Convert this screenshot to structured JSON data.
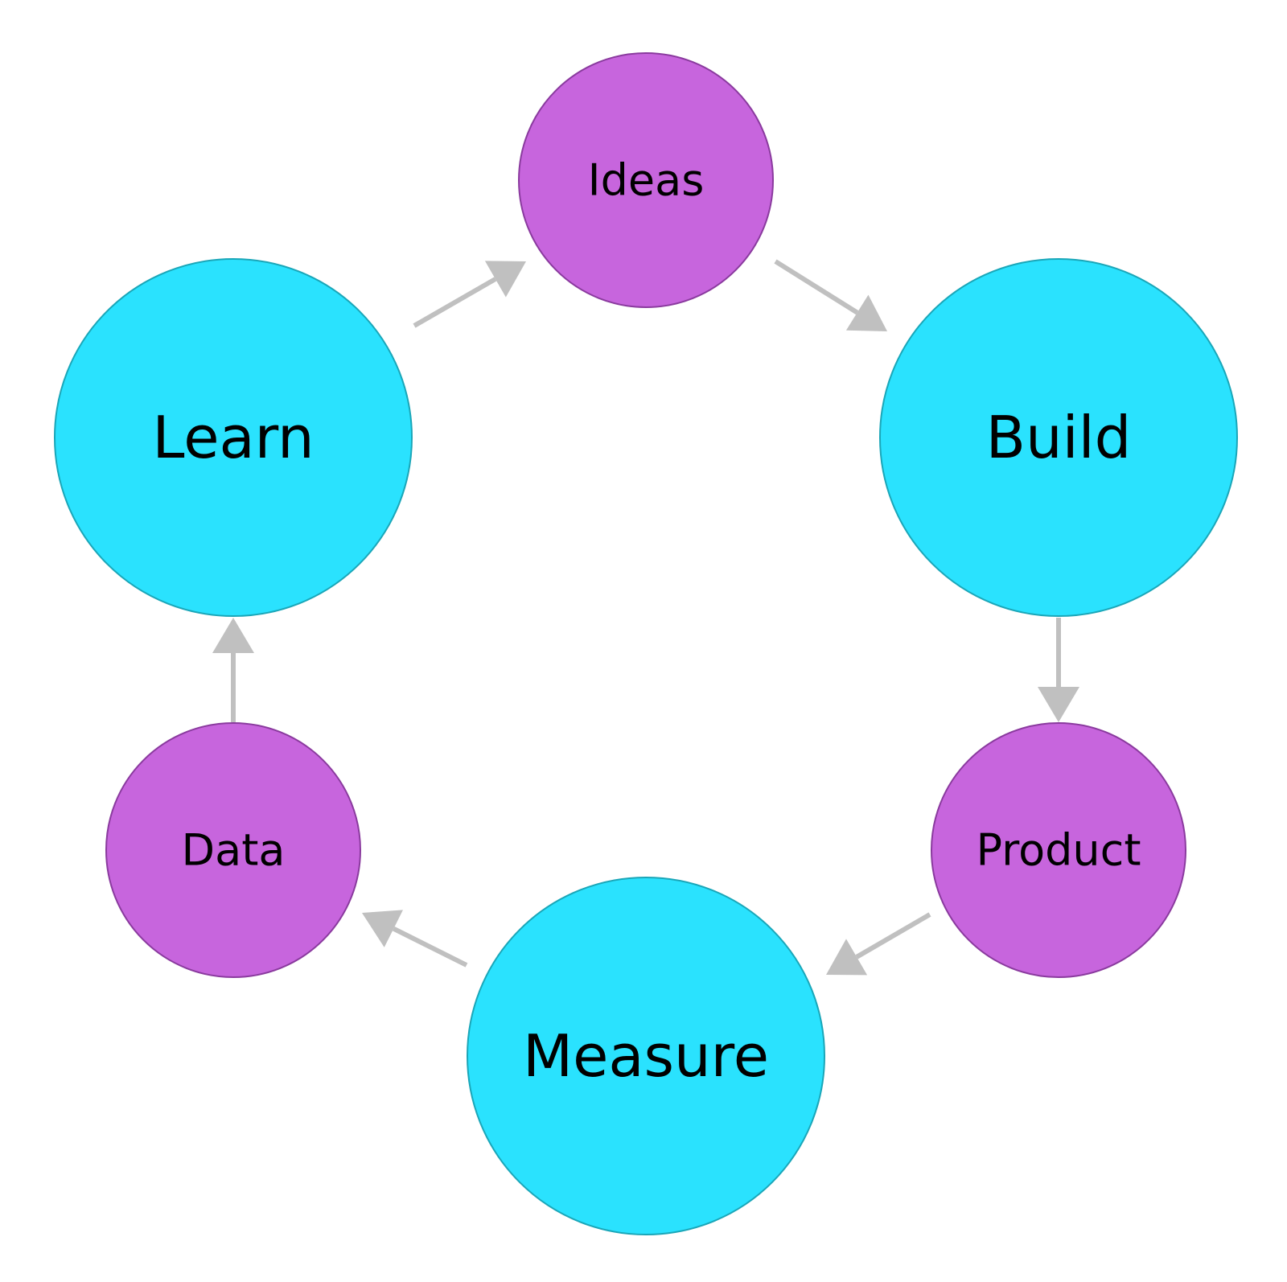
{
  "diagram": {
    "nodes": [
      {
        "id": "ideas",
        "label": "Ideas",
        "kind": "artifact"
      },
      {
        "id": "build",
        "label": "Build",
        "kind": "stage"
      },
      {
        "id": "product",
        "label": "Product",
        "kind": "artifact"
      },
      {
        "id": "measure",
        "label": "Measure",
        "kind": "stage"
      },
      {
        "id": "data",
        "label": "Data",
        "kind": "artifact"
      },
      {
        "id": "learn",
        "label": "Learn",
        "kind": "stage"
      }
    ],
    "edges": [
      {
        "from": "learn",
        "to": "ideas"
      },
      {
        "from": "ideas",
        "to": "build"
      },
      {
        "from": "build",
        "to": "product"
      },
      {
        "from": "product",
        "to": "measure"
      },
      {
        "from": "measure",
        "to": "data"
      },
      {
        "from": "data",
        "to": "learn"
      }
    ],
    "colors": {
      "stage_fill": "#2ae2fe",
      "stage_stroke": "#1aa6b8",
      "artifact_fill": "#c765dd",
      "artifact_stroke": "#8a3a9e",
      "arrow": "#c0c0c0",
      "text": "#000000"
    }
  }
}
